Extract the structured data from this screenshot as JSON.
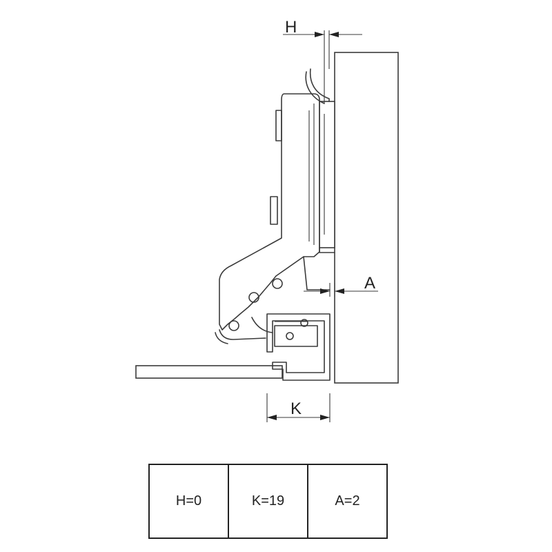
{
  "dimensions": {
    "h_label": "H",
    "a_label": "A",
    "k_label": "K"
  },
  "spec_table": {
    "cells": [
      "H=0",
      "K=19",
      "A=2"
    ]
  }
}
